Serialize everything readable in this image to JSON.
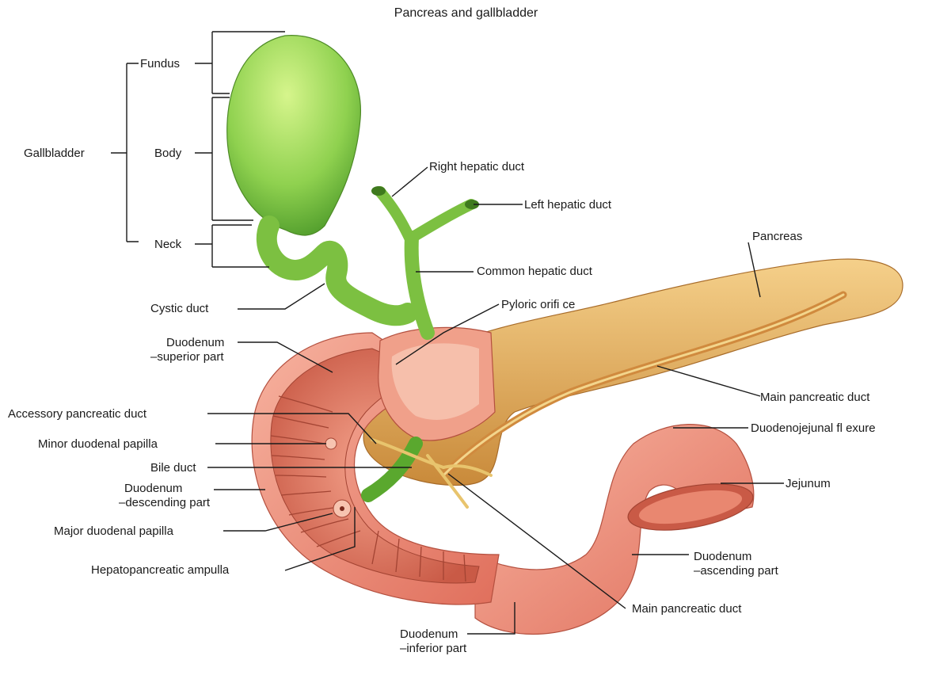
{
  "title": "Pancreas and gallbladder",
  "colors": {
    "gallbladder": "#8fd14f",
    "duodenum": "#ef8f7c",
    "pancreas": "#e6b25e",
    "duct": "#e8c46d"
  },
  "labels": {
    "fundus": "Fundus",
    "gallbladder": "Gallbladder",
    "body": "Body",
    "neck": "Neck",
    "cystic_duct": "Cystic duct",
    "right_hepatic_duct": "Right hepatic duct",
    "left_hepatic_duct": "Left hepatic duct",
    "pancreas": "Pancreas",
    "common_hepatic_duct": "Common hepatic duct",
    "pyloric_orifice": "Pyloric orifi ce",
    "duodenum_superior_1": "Duodenum",
    "duodenum_superior_2": "–superior part",
    "main_pancreatic_duct_top": "Main pancreatic duct",
    "accessory_pancreatic_duct": "Accessory pancreatic duct",
    "duodenojejunal_flexure": "Duodenojejunal fl exure",
    "minor_duodenal_papilla": "Minor duodenal papilla",
    "bile_duct": "Bile duct",
    "jejunum": "Jejunum",
    "duodenum_descending_1": "Duodenum",
    "duodenum_descending_2": "–descending part",
    "major_duodenal_papilla": "Major duodenal papilla",
    "duodenum_ascending_1": "Duodenum",
    "duodenum_ascending_2": "–ascending part",
    "hepatopancreatic_ampulla": "Hepatopancreatic ampulla",
    "main_pancreatic_duct_bottom": "Main pancreatic duct",
    "duodenum_inferior_1": "Duodenum",
    "duodenum_inferior_2": "–inferior part"
  }
}
